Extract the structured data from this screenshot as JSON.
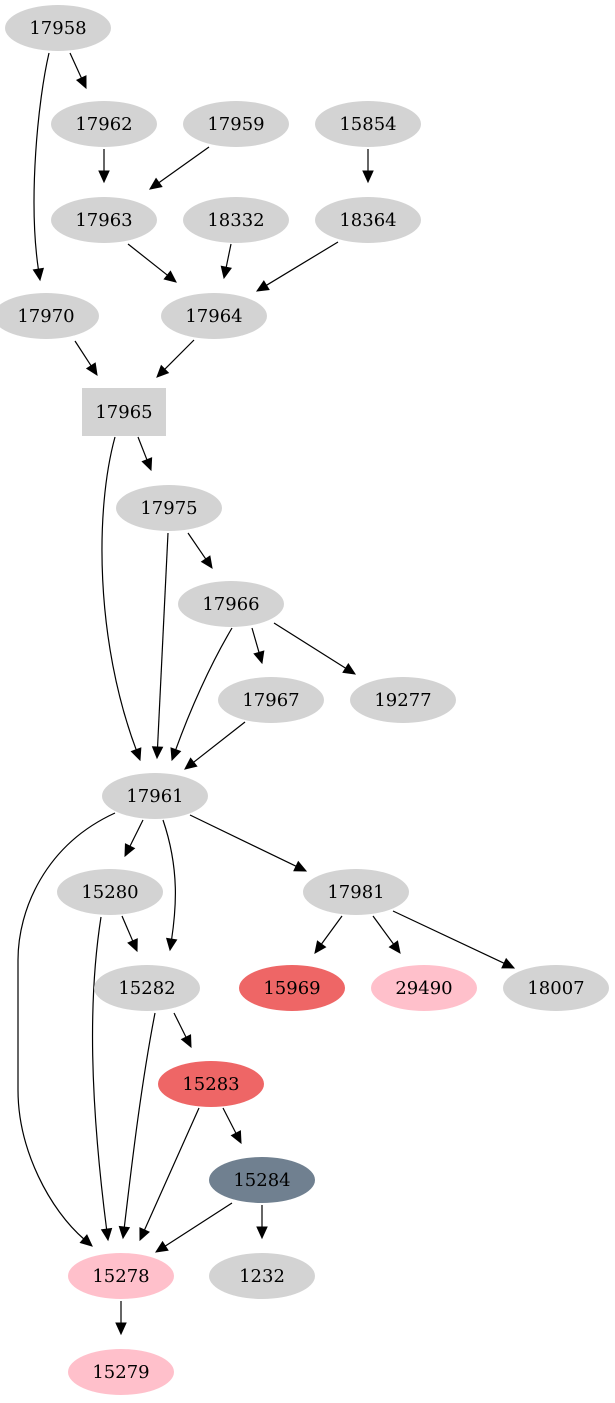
{
  "colors": {
    "default": "#d3d3d3",
    "red": "#ee6666",
    "pink": "#ffc0cb",
    "slate": "#708090"
  },
  "nodes": [
    {
      "id": "n17958",
      "label": "17958",
      "shape": "ellipse",
      "fill": "default"
    },
    {
      "id": "n17962",
      "label": "17962",
      "shape": "ellipse",
      "fill": "default"
    },
    {
      "id": "n17959",
      "label": "17959",
      "shape": "ellipse",
      "fill": "default"
    },
    {
      "id": "n15854",
      "label": "15854",
      "shape": "ellipse",
      "fill": "default"
    },
    {
      "id": "n17963",
      "label": "17963",
      "shape": "ellipse",
      "fill": "default"
    },
    {
      "id": "n18332",
      "label": "18332",
      "shape": "ellipse",
      "fill": "default"
    },
    {
      "id": "n18364",
      "label": "18364",
      "shape": "ellipse",
      "fill": "default"
    },
    {
      "id": "n17970",
      "label": "17970",
      "shape": "ellipse",
      "fill": "default"
    },
    {
      "id": "n17964",
      "label": "17964",
      "shape": "ellipse",
      "fill": "default"
    },
    {
      "id": "n17965",
      "label": "17965",
      "shape": "box",
      "fill": "default"
    },
    {
      "id": "n17975",
      "label": "17975",
      "shape": "ellipse",
      "fill": "default"
    },
    {
      "id": "n17966",
      "label": "17966",
      "shape": "ellipse",
      "fill": "default"
    },
    {
      "id": "n17967",
      "label": "17967",
      "shape": "ellipse",
      "fill": "default"
    },
    {
      "id": "n19277",
      "label": "19277",
      "shape": "ellipse",
      "fill": "default"
    },
    {
      "id": "n17961",
      "label": "17961",
      "shape": "ellipse",
      "fill": "default"
    },
    {
      "id": "n15280",
      "label": "15280",
      "shape": "ellipse",
      "fill": "default"
    },
    {
      "id": "n17981",
      "label": "17981",
      "shape": "ellipse",
      "fill": "default"
    },
    {
      "id": "n15282",
      "label": "15282",
      "shape": "ellipse",
      "fill": "default"
    },
    {
      "id": "n15969",
      "label": "15969",
      "shape": "ellipse",
      "fill": "red"
    },
    {
      "id": "n29490",
      "label": "29490",
      "shape": "ellipse",
      "fill": "pink"
    },
    {
      "id": "n18007",
      "label": "18007",
      "shape": "ellipse",
      "fill": "default"
    },
    {
      "id": "n15283",
      "label": "15283",
      "shape": "ellipse",
      "fill": "red"
    },
    {
      "id": "n15284",
      "label": "15284",
      "shape": "ellipse",
      "fill": "slate"
    },
    {
      "id": "n15278",
      "label": "15278",
      "shape": "ellipse",
      "fill": "pink"
    },
    {
      "id": "n1232",
      "label": "1232",
      "shape": "ellipse",
      "fill": "default"
    },
    {
      "id": "n15279",
      "label": "15279",
      "shape": "ellipse",
      "fill": "pink"
    }
  ],
  "edges": [
    {
      "id": "e17958-17962",
      "from": "17958",
      "to": "17962"
    },
    {
      "id": "e17958-17970",
      "from": "17958",
      "to": "17970"
    },
    {
      "id": "e17962-17963",
      "from": "17962",
      "to": "17963"
    },
    {
      "id": "e17959-17963",
      "from": "17959",
      "to": "17963"
    },
    {
      "id": "e15854-18364",
      "from": "15854",
      "to": "18364"
    },
    {
      "id": "e17963-17964",
      "from": "17963",
      "to": "17964"
    },
    {
      "id": "e18332-17964",
      "from": "18332",
      "to": "17964"
    },
    {
      "id": "e18364-17964",
      "from": "18364",
      "to": "17964"
    },
    {
      "id": "e17970-17965",
      "from": "17970",
      "to": "17965"
    },
    {
      "id": "e17964-17965",
      "from": "17964",
      "to": "17965"
    },
    {
      "id": "e17965-17975",
      "from": "17965",
      "to": "17975"
    },
    {
      "id": "e17965-17961",
      "from": "17965",
      "to": "17961"
    },
    {
      "id": "e17975-17966",
      "from": "17975",
      "to": "17966"
    },
    {
      "id": "e17975-17961",
      "from": "17975",
      "to": "17961"
    },
    {
      "id": "e17966-17967",
      "from": "17966",
      "to": "17967"
    },
    {
      "id": "e17966-19277",
      "from": "17966",
      "to": "19277"
    },
    {
      "id": "e17966-17961",
      "from": "17966",
      "to": "17961"
    },
    {
      "id": "e17967-17961",
      "from": "17967",
      "to": "17961"
    },
    {
      "id": "e17961-15280",
      "from": "17961",
      "to": "15280"
    },
    {
      "id": "e17961-15282",
      "from": "17961",
      "to": "15282"
    },
    {
      "id": "e17961-17981",
      "from": "17961",
      "to": "17981"
    },
    {
      "id": "e17961-15278",
      "from": "17961",
      "to": "15278"
    },
    {
      "id": "e15280-15282",
      "from": "15280",
      "to": "15282"
    },
    {
      "id": "e15280-15278",
      "from": "15280",
      "to": "15278"
    },
    {
      "id": "e17981-15969",
      "from": "17981",
      "to": "15969"
    },
    {
      "id": "e17981-29490",
      "from": "17981",
      "to": "29490"
    },
    {
      "id": "e17981-18007",
      "from": "17981",
      "to": "18007"
    },
    {
      "id": "e15282-15283",
      "from": "15282",
      "to": "15283"
    },
    {
      "id": "e15282-15278",
      "from": "15282",
      "to": "15278"
    },
    {
      "id": "e15283-15284",
      "from": "15283",
      "to": "15284"
    },
    {
      "id": "e15283-15278",
      "from": "15283",
      "to": "15278"
    },
    {
      "id": "e15284-15278",
      "from": "15284",
      "to": "15278"
    },
    {
      "id": "e15284-1232",
      "from": "15284",
      "to": "1232"
    },
    {
      "id": "e15278-15279",
      "from": "15278",
      "to": "15279"
    }
  ]
}
